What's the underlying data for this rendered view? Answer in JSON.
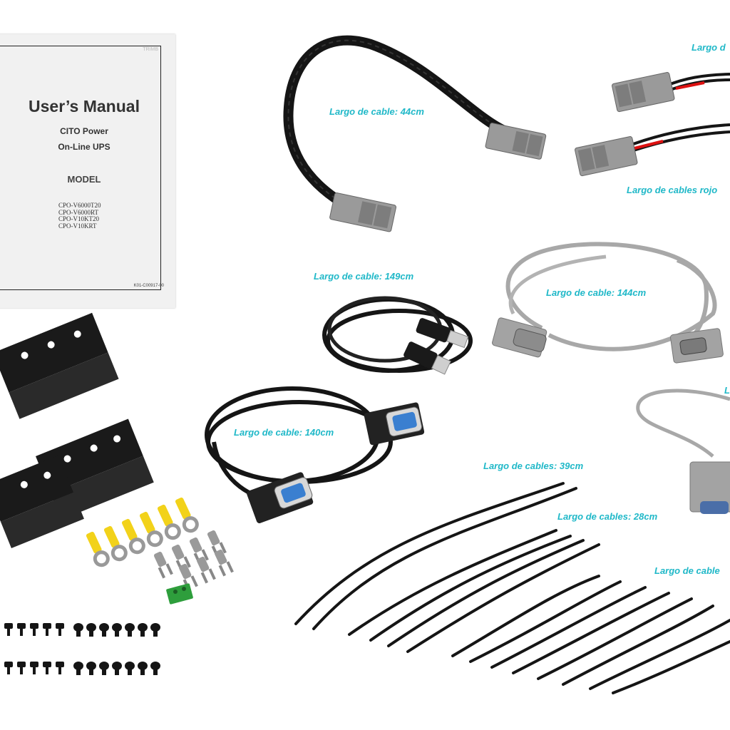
{
  "manual": {
    "watermark": "TRIMB",
    "title": "User’s Manual",
    "brand": "CITO Power",
    "product": "On-Line UPS",
    "model_heading": "MODEL",
    "models": [
      "CPO-V6000T20",
      "CPO-V6000RT",
      "CPO-V10KT20",
      "CPO-V10KRT"
    ],
    "doc_code": "K01-C00917-00"
  },
  "labels": {
    "cable_44": "Largo de cable: 44cm",
    "cables_red": "Largo de cables rojo",
    "cable_top_right": "Largo d",
    "cable_149": "Largo de cable: 149cm",
    "cable_144": "Largo de cable: 144cm",
    "cable_140": "Largo de cable: 140cm",
    "cables_39": "Largo de cables: 39cm",
    "cables_28": "Largo de cables: 28cm",
    "cables_right": "Largo de cable",
    "edge_fragment": "L"
  },
  "colors": {
    "label_text": "#1fb8c8",
    "cable_black": "#151515",
    "cable_gray": "#a8a8a8",
    "connector_gray": "#9a9a9a",
    "bracket_black": "#1a1a1a",
    "terminal_yellow": "#f2d21a",
    "terminal_block_green": "#2e9e3c"
  }
}
